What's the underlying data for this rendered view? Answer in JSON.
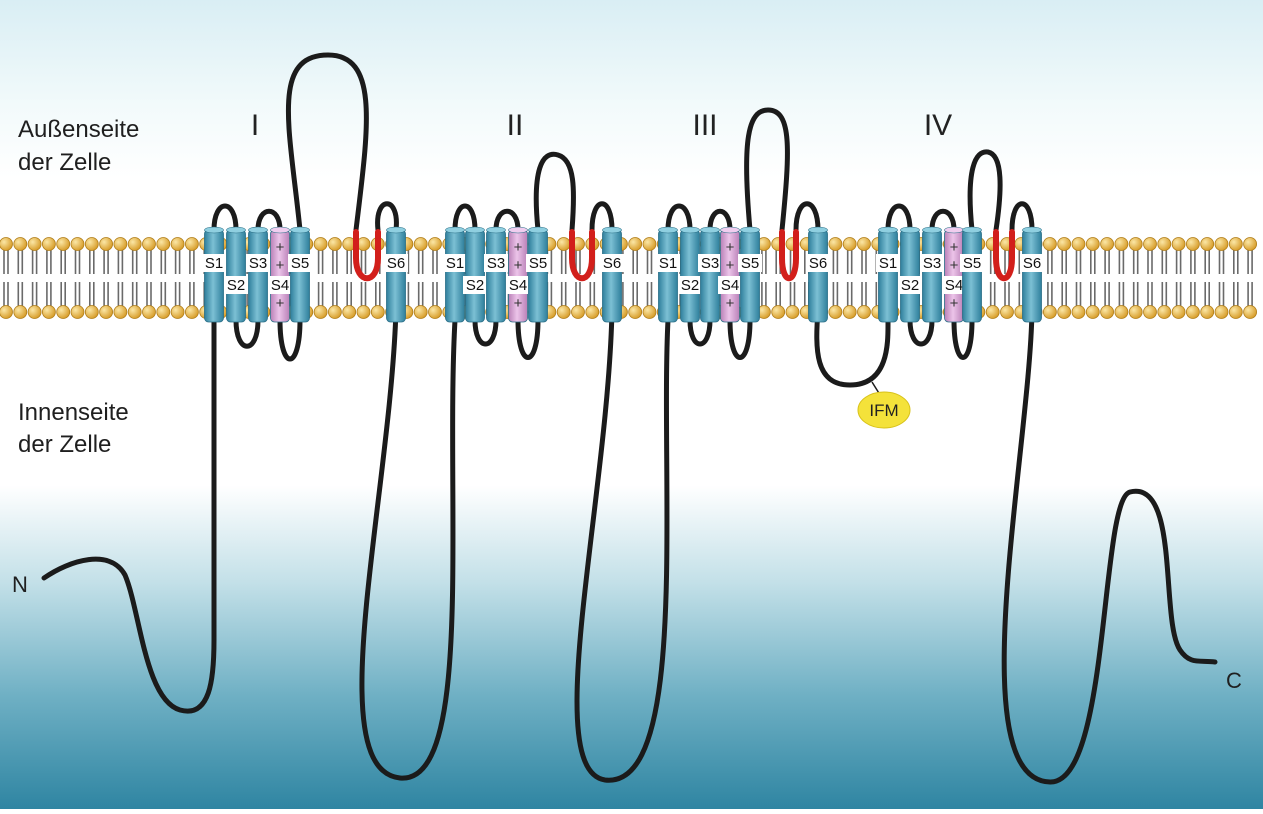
{
  "labels": {
    "outside": [
      "Außenseite",
      "der Zelle"
    ],
    "inside": [
      "Innenseite",
      "der Zelle"
    ],
    "n_terminus": "N",
    "c_terminus": "C",
    "ifm": "IFM",
    "segment_plus": "+"
  },
  "domains": [
    {
      "numeral": "I",
      "segments": [
        "S1",
        "S2",
        "S3",
        "S4",
        "S5",
        "S6"
      ]
    },
    {
      "numeral": "II",
      "segments": [
        "S1",
        "S2",
        "S3",
        "S4",
        "S5",
        "S6"
      ]
    },
    {
      "numeral": "III",
      "segments": [
        "S1",
        "S2",
        "S3",
        "S4",
        "S5",
        "S6"
      ]
    },
    {
      "numeral": "IV",
      "segments": [
        "S1",
        "S2",
        "S3",
        "S4",
        "S5",
        "S6"
      ]
    }
  ],
  "colors": {
    "helix": "#4fa3be",
    "helix_s4": "#d9a6d6",
    "pore_loop": "#d21f1b",
    "chain": "#1b1b1b",
    "lipid_head": "#e9b53c",
    "ifm_fill": "#f4e23a",
    "bg_top": "#dff0f4",
    "bg_bottom": "#3c8ea9"
  }
}
